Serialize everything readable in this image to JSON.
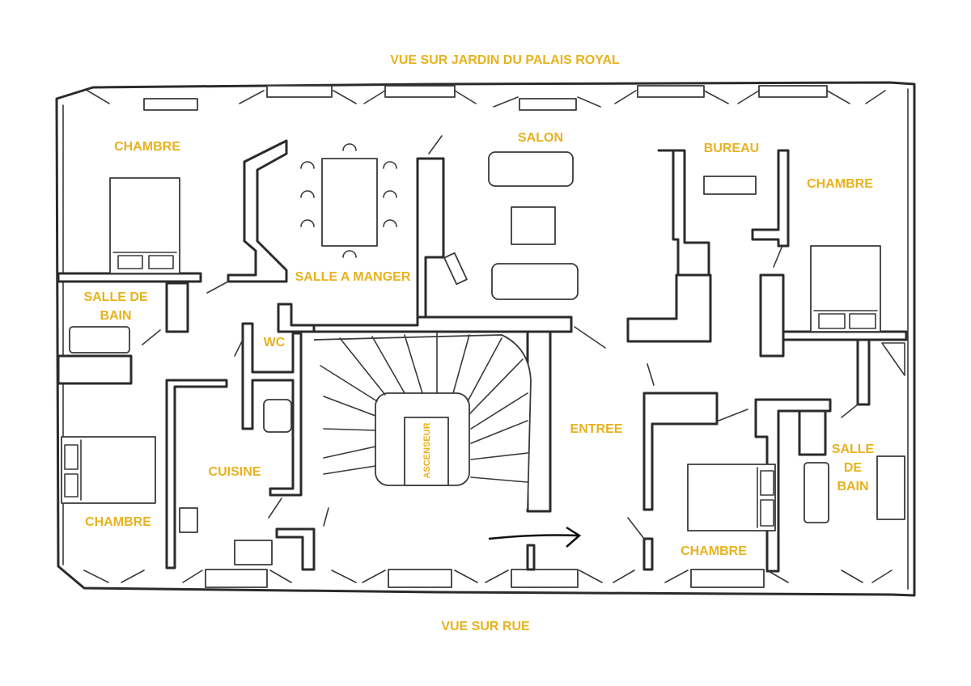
{
  "orientation": {
    "top": "VUE SUR JARDIN DU PALAIS ROYAL",
    "bottom": "VUE SUR RUE"
  },
  "rooms": {
    "chambre_nw": "CHAMBRE",
    "salle_a_manger": "SALLE A MANGER",
    "salon": "SALON",
    "bureau": "BUREAU",
    "chambre_ne": "CHAMBRE",
    "salle_de_bain_w_line1": "SALLE DE",
    "salle_de_bain_w_line2": "BAIN",
    "wc": "WC",
    "chambre_sw": "CHAMBRE",
    "cuisine": "CUISINE",
    "ascenseur": "ASCENSEUR",
    "entree": "ENTREE",
    "chambre_se": "CHAMBRE",
    "salle_de_bain_e_line1": "SALLE",
    "salle_de_bain_e_line2": "DE",
    "salle_de_bain_e_line3": "BAIN"
  },
  "colors": {
    "label": "#e8b21e",
    "wall": "#2b2b2b",
    "background": "#ffffff"
  }
}
